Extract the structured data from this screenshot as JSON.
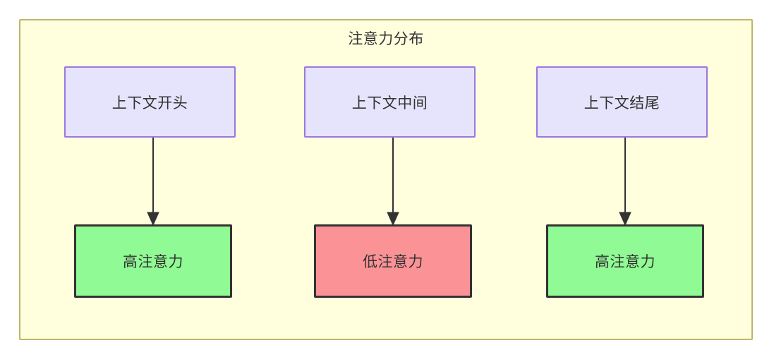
{
  "diagram": {
    "title": "注意力分布",
    "container": {
      "fill": "#ffffde",
      "border_color": "#bdb76b"
    },
    "top_nodes": [
      {
        "id": "context-start",
        "label": "上下文开头",
        "fill": "#e6e4fd",
        "border_color": "#9a78e0"
      },
      {
        "id": "context-middle",
        "label": "上下文中间",
        "fill": "#e6e4fd",
        "border_color": "#9a78e0"
      },
      {
        "id": "context-end",
        "label": "上下文结尾",
        "fill": "#e6e4fd",
        "border_color": "#9a78e0"
      }
    ],
    "bottom_nodes": [
      {
        "id": "high-attention-left",
        "label": "高注意力",
        "fill": "#90fa94",
        "border_color": "#333333"
      },
      {
        "id": "low-attention-middle",
        "label": "低注意力",
        "fill": "#fb9296",
        "border_color": "#333333"
      },
      {
        "id": "high-attention-right",
        "label": "高注意力",
        "fill": "#90fa94",
        "border_color": "#333333"
      }
    ],
    "edges": [
      {
        "from": "context-start",
        "to": "high-attention-left",
        "label": ""
      },
      {
        "from": "context-middle",
        "to": "low-attention-middle",
        "label": ""
      },
      {
        "from": "context-end",
        "to": "high-attention-right",
        "label": ""
      }
    ]
  }
}
